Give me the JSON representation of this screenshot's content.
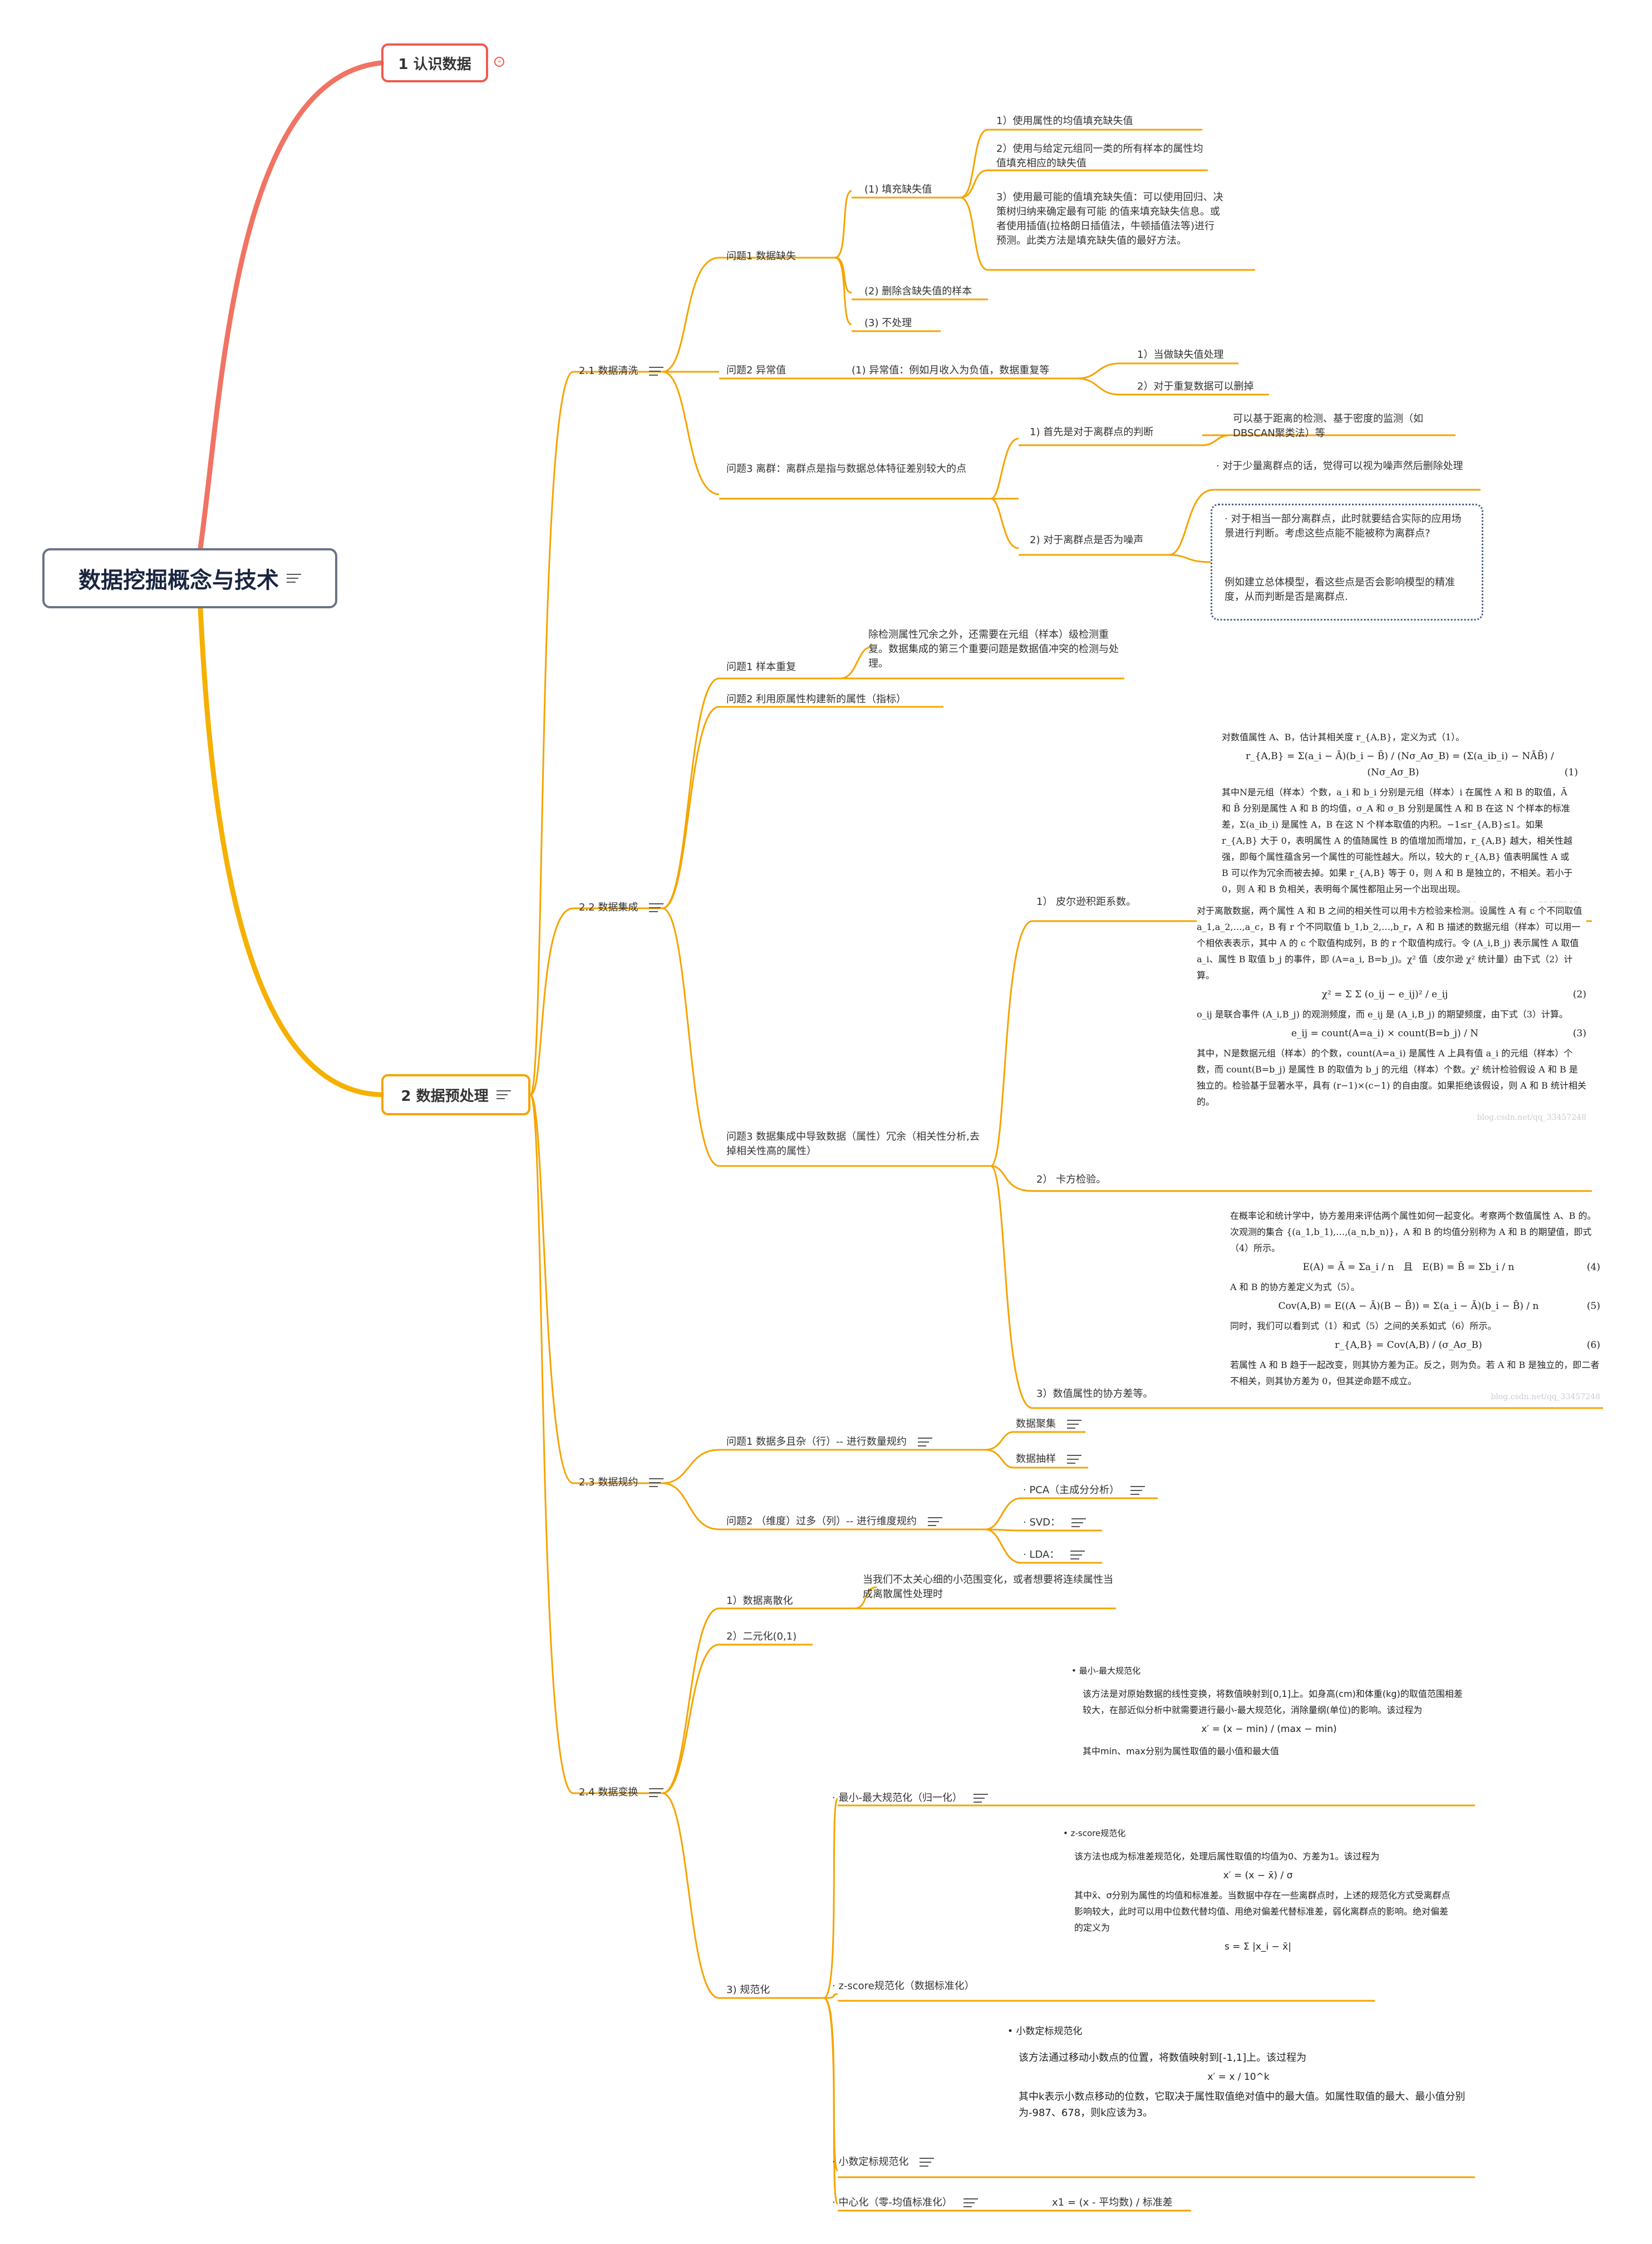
{
  "root": {
    "title": "数据挖掘概念与技术"
  },
  "main1": {
    "label": "1 认识数据"
  },
  "main2": {
    "label": "2 数据预处理"
  },
  "s21": {
    "label": "2.1 数据清洗",
    "q1": {
      "label": "问题1 数据缺失",
      "fill": "(1) 填充缺失值",
      "fill_items": [
        "1）使用属性的均值填充缺失值",
        "2）使用与给定元组同一类的所有样本的属性均值填充相应的缺失值",
        "3）使用最可能的值填充缺失值：可以使用回归、决策树归纳来确定最有可能 的值来填充缺失信息。或者使用插值(拉格朗日插值法，牛顿插值法等)进行 预测。此类方法是填充缺失值的最好方法。"
      ],
      "delete": "(2) 删除含缺失值的样本",
      "none": "(3) 不处理"
    },
    "q2": {
      "label": "问题2 异常值",
      "desc": "(1) 异常值：例如月收入为负值，数据重复等",
      "items": [
        "1）当做缺失值处理",
        "2）对于重复数据可以删掉"
      ]
    },
    "q3": {
      "label": "问题3 离群：离群点是指与数据总体特征差别较大的点",
      "judge": "1) 首先是对于离群点的判断",
      "judge_detail": "可以基于距离的检测、基于密度的监测（如DBSCAN聚类法）等",
      "noise": "2) 对于离群点是否为噪声",
      "noise_items": [
        "· 对于少量离群点的话，觉得可以视为噪声然后删除处理",
        "· 对于相当一部分离群点，此时就要结合实际的应用场景进行判断。考虑这些点能不能被称为离群点?",
        "例如建立总体模型，看这些点是否会影响模型的精准度，从而判断是否是离群点."
      ]
    }
  },
  "s22": {
    "label": "2.2 数据集成",
    "q1": {
      "label": "问题1 样本重复",
      "desc": "除检测属性冗余之外，还需要在元组（样本）级检测重复。数据集成的第三个重要问题是数据值冲突的检测与处理。"
    },
    "q2": {
      "label": "问题2 利用原属性构建新的属性（指标）"
    },
    "q3": {
      "label": "问题3 数据集成中导致数据（属性）冗余（相关性分析,去掉相关性高的属性）",
      "m1": "1） 皮尔逊积距系数。",
      "m2": "2） 卡方检验。",
      "m3": "3）数值属性的协方差等。"
    },
    "pearson": {
      "intro": "对数值属性 A、B，估计其相关度 r_{A,B}，定义为式（1）。",
      "formula": "r_{A,B} = Σ(a_i − Ā)(b_i − B̄) / (Nσ_Aσ_B) = (Σ(a_ib_i) − NĀB̄) / (Nσ_Aσ_B)",
      "num": "(1)",
      "body": "其中N是元组（样本）个数，a_i 和 b_i 分别是元组（样本）i 在属性 A 和 B 的取值，Ā 和 B̄ 分别是属性 A 和 B 的均值，σ_A 和 σ_B 分别是属性 A 和 B 在这 N 个样本的标准差，Σ(a_ib_i) 是属性 A，B 在这 N 个样本取值的内积。−1≤r_{A,B}≤1。如果 r_{A,B} 大于 0，表明属性 A 的值随属性 B 的值增加而增加，r_{A,B} 越大，相关性越强，即每个属性蕴含另一个属性的可能性越大。所以，较大的 r_{A,B} 值表明属性 A 或 B 可以作为冗余而被去掉。如果 r_{A,B} 等于 0，则 A 和 B 是独立的，不相关。若小于 0，则 A 和 B 负相关，表明每个属性都阻止另一个出现出现。",
      "wm": "blog.csdn.net/qq_33457248"
    },
    "chi": {
      "body1": "对于离散数据，两个属性 A 和 B 之间的相关性可以用卡方检验来检测。设属性 A 有 c 个不同取值 a_1,a_2,…,a_c，B 有 r 个不同取值 b_1,b_2,…,b_r，A 和 B 描述的数据元组（样本）可以用一个相依表表示，其中 A 的 c 个取值构成列，B 的 r 个取值构成行。令 (A_i,B_j) 表示属性 A 取值 a_i、属性 B 取值 b_j 的事件，即 (A=a_i, B=b_j)。χ² 值（皮尔逊 χ² 统计量）由下式（2）计算。",
      "formula1": "χ² = Σ Σ (o_ij − e_ij)² / e_ij",
      "num1": "(2)",
      "body2": "o_ij 是联合事件 (A_i,B_j) 的观测频度，而 e_ij 是 (A_i,B_j) 的期望频度，由下式（3）计算。",
      "formula2": "e_ij = count(A=a_i) × count(B=b_j) / N",
      "num2": "(3)",
      "body3": "其中，N是数据元组（样本）的个数，count(A=a_i) 是属性 A 上具有值 a_i 的元组（样本）个数，而 count(B=b_j) 是属性 B 的取值为 b_j 的元组（样本）个数。χ² 统计检验假设 A 和 B 是独立的。检验基于显著水平，具有 (r−1)×(c−1) 的自由度。如果拒绝该假设，则 A 和 B 统计相关的。",
      "wm": "blog.csdn.net/qq_33457248"
    },
    "cov": {
      "body1": "在概率论和统计学中，协方差用来评估两个属性如何一起变化。考察两个数值属性 A、B 的。次观测的集合 {(a_1,b_1),…,(a_n,b_n)}，A 和 B 的均值分别称为 A 和 B 的期望值，即式（4）所示。",
      "formula1": "E(A) = Ā = Σa_i / n　且　E(B) = B̄ = Σb_i / n",
      "num1": "(4)",
      "body2": "A 和 B 的协方差定义为式（5）。",
      "formula2": "Cov(A,B) = E((A − Ā)(B − B̄)) = Σ(a_i − Ā)(b_i − B̄) / n",
      "num2": "(5)",
      "body3": "同时，我们可以看到式（1）和式（5）之间的关系如式（6）所示。",
      "formula3": "r_{A,B} = Cov(A,B) / (σ_Aσ_B)",
      "num3": "(6)",
      "body4": "若属性 A 和 B 趋于一起改变，则其协方差为正。反之，则为负。若 A 和 B 是独立的，即二者不相关，则其协方差为 0，但其逆命题不成立。",
      "wm": "blog.csdn.net/qq_33457248"
    }
  },
  "s23": {
    "label": "2.3 数据规约",
    "q1": {
      "label": "问题1 数据多且杂（行）-- 进行数量规约",
      "items": [
        "数据聚集",
        "数据抽样"
      ]
    },
    "q2": {
      "label": "问题2 （维度）过多（列）-- 进行维度规约",
      "items": [
        "· PCA（主成分分析）",
        "· SVD：",
        "· LDA："
      ]
    }
  },
  "s24": {
    "label": "2.4 数据变换",
    "disc": {
      "label": "1）数据离散化",
      "desc": "当我们不太关心细的小范围变化，或者想要将连续属性当成离散属性处理时"
    },
    "bin": {
      "label": "2）二元化(0,1)"
    },
    "norm": {
      "label": "3) 规范化",
      "minmax": {
        "label": "· 最小-最大规范化（归一化）",
        "title": "最小-最大规范化",
        "desc": "该方法是对原始数据的线性变换，将数值映射到[0,1]上。如身高(cm)和体重(kg)的取值范围相差较大，在部近似分析中就需要进行最小-最大规范化，消除量纲(单位)的影响。该过程为",
        "formula": "x′ = (x − min) / (max − min)",
        "foot": "其中min、max分别为属性取值的最小值和最大值"
      },
      "z": {
        "label": "· z-score规范化（数据标准化）",
        "title": "z-score规范化",
        "desc": "该方法也成为标准差规范化，处理后属性取值的均值为0、方差为1。该过程为",
        "formula": "x′ = (x − x̄) / σ",
        "foot": "其中x̄、σ分别为属性的均值和标准差。当数据中存在一些离群点时，上述的规范化方式受离群点影响较大，此时可以用中位数代替均值、用绝对偏差代替标准差，弱化离群点的影响。绝对偏差的定义为",
        "formula2": "s = Σ |x_i − x̄|"
      },
      "dec": {
        "label": "· 小数定标规范化",
        "title": "小数定标规范化",
        "desc": "该方法通过移动小数点的位置，将数值映射到[-1,1]上。该过程为",
        "formula": "x′ = x / 10^k",
        "foot": "其中k表示小数点移动的位数，它取决于属性取值绝对值中的最大值。如属性取值的最大、最小值分别为-987、678，则k应该为3。"
      },
      "center": {
        "label": "· 中心化（零-均值标准化）",
        "desc": "x1 = (x - 平均数) / 标准差"
      }
    }
  },
  "colors": {
    "root_border": "#6b7385",
    "branch_red": "#f05a4f",
    "branch_orange": "#f5a400",
    "dash_border": "#4a5f8a"
  },
  "icons": [
    "notes-icon",
    "link-badge-icon"
  ]
}
